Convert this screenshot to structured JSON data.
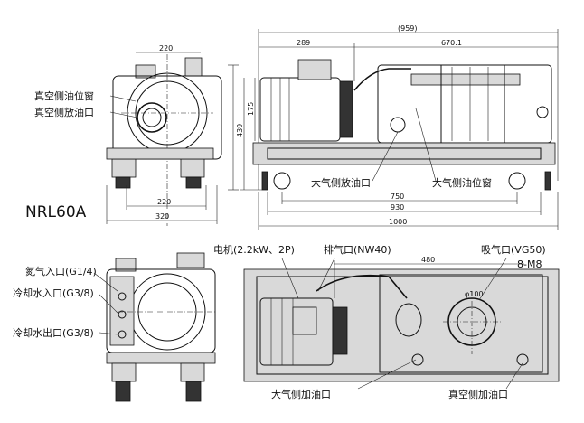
{
  "model": "NRL60A",
  "front_labels": {
    "oil_sight_window_vacuum": "真空侧油位窗",
    "oil_drain_vacuum": "真空侧放油口"
  },
  "front_dims": {
    "d1": "220",
    "d2": "220",
    "d3": "320"
  },
  "side_labels": {
    "oil_drain_atm": "大气侧放油口",
    "oil_sight_window_atm": "大气侧油位窗"
  },
  "side_dims": {
    "overall": "(959)",
    "left": "289",
    "right": "670.1",
    "height_total": "439",
    "height_axis": "175",
    "base_mid": "750",
    "base_inner": "930",
    "base_total": "1000"
  },
  "rear_labels": {
    "nitrogen_inlet": "氮气入口(G1/4)",
    "coolant_inlet": "冷却水入口(G3/8)",
    "coolant_outlet": "冷却水出口(G3/8)"
  },
  "top_labels": {
    "motor": "电机(2.2kW、2P)",
    "exhaust": "排气口(NW40)",
    "intake": "吸气口(VG50)",
    "bolts": "8-M8",
    "oil_fill_atm": "大气侧加油口",
    "oil_fill_vacuum": "真空侧加油口"
  },
  "top_dims": {
    "d480": "480",
    "d100": "φ100"
  }
}
